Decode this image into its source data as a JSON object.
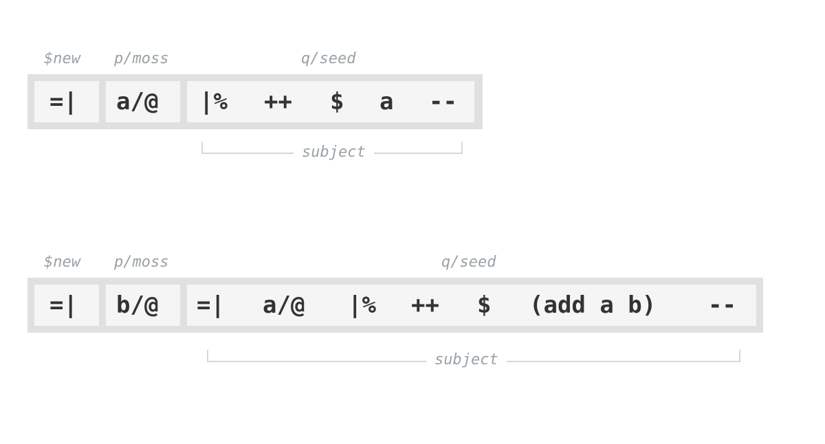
{
  "diagrams": [
    {
      "labels": {
        "new": "$new",
        "moss": "p/moss",
        "seed": "q/seed"
      },
      "cells": {
        "first": "=|",
        "second": "a/@",
        "third": [
          "|%",
          "++",
          "$",
          "a",
          "--"
        ]
      },
      "bracket_label": "subject"
    },
    {
      "labels": {
        "new": "$new",
        "moss": "p/moss",
        "seed": "q/seed"
      },
      "cells": {
        "first": "=|",
        "second": "b/@",
        "third": [
          "=|",
          "a/@",
          "|%",
          "++",
          "$",
          "(add a b)",
          "--"
        ]
      },
      "bracket_label": "subject"
    }
  ]
}
